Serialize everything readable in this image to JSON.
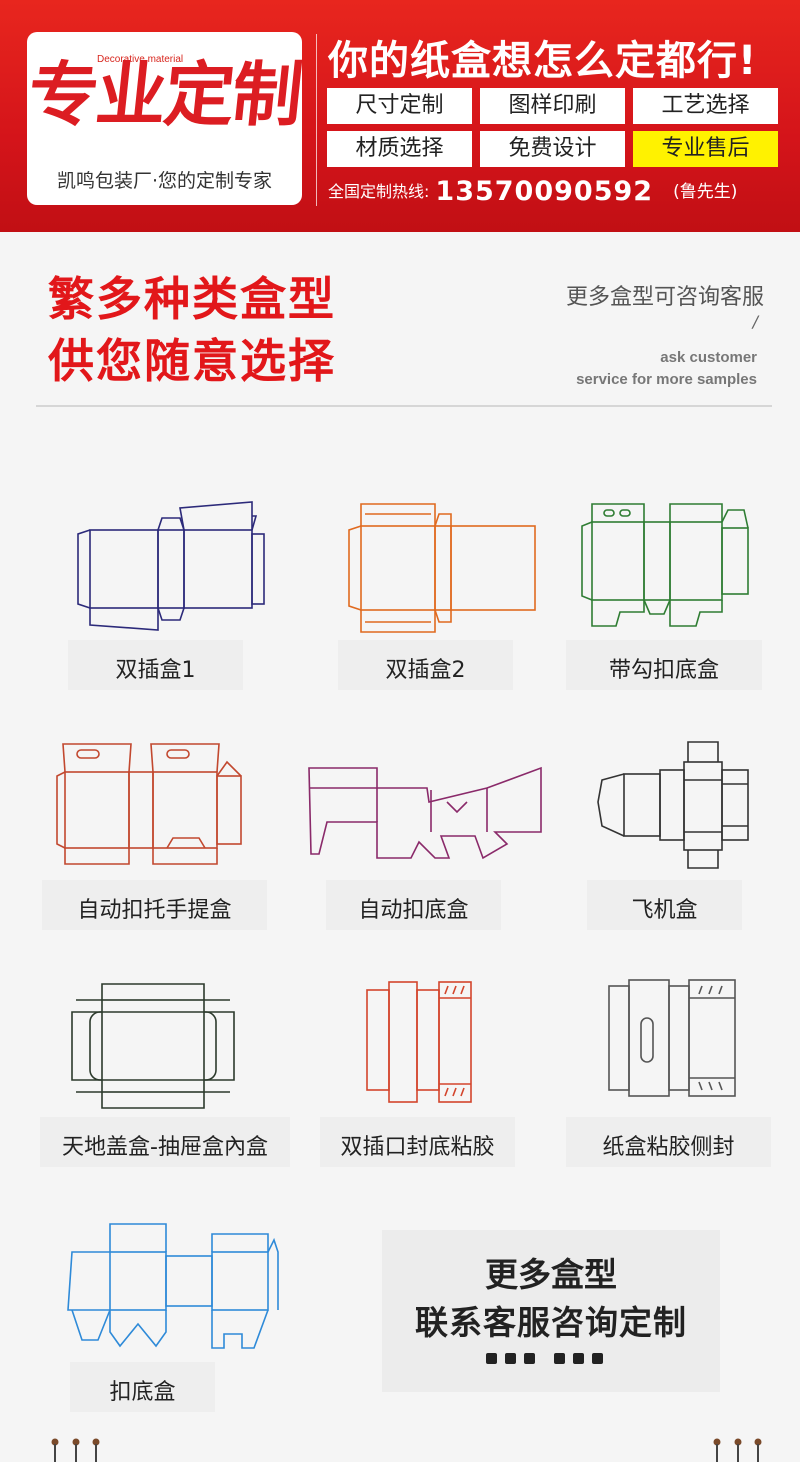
{
  "banner": {
    "logo_small": "Decorative material",
    "logo_main": "专业定制",
    "logo_tagline": "凯鸣包装厂·您的定制专家",
    "slogan": "你的纸盒想怎么定都行!",
    "features": [
      "尺寸定制",
      "图样印刷",
      "工艺选择",
      "材质选择",
      "免费设计",
      "专业售后"
    ],
    "highlight_feature": "专业售后",
    "hotline_label": "全国定制热线:",
    "hotline_number": "13570090592",
    "hotline_contact": "(鲁先生)"
  },
  "section": {
    "title_line1": "繁多种类盒型",
    "title_line2": "供您随意选择",
    "side_cn": "更多盒型可咨询客服",
    "side_slash": "/",
    "side_en_line1": "ask customer",
    "side_en_line2": "service for more samples"
  },
  "boxes": [
    {
      "label": "双插盒1",
      "color": "#2c2a7a"
    },
    {
      "label": "双插盒2",
      "color": "#e06a1f"
    },
    {
      "label": "带勾扣底盒",
      "color": "#2f7d33"
    },
    {
      "label": "自动扣托手提盒",
      "color": "#c2482f"
    },
    {
      "label": "自动扣底盒",
      "color": "#8a2a6a"
    },
    {
      "label": "飞机盒",
      "color": "#333333"
    },
    {
      "label": "天地盖盒-抽屉盒內盒",
      "color": "#2c3a2c"
    },
    {
      "label": "双插口封底粘胶",
      "color": "#d3452c"
    },
    {
      "label": "纸盒粘胶侧封",
      "color": "#555555"
    },
    {
      "label": "扣底盒",
      "color": "#2e8ad8"
    }
  ],
  "more": {
    "line1": "更多盒型",
    "line2": "联系客服咨询定制"
  },
  "colors": {
    "brand_red": "#d4141a",
    "highlight_yellow": "#fff200"
  }
}
